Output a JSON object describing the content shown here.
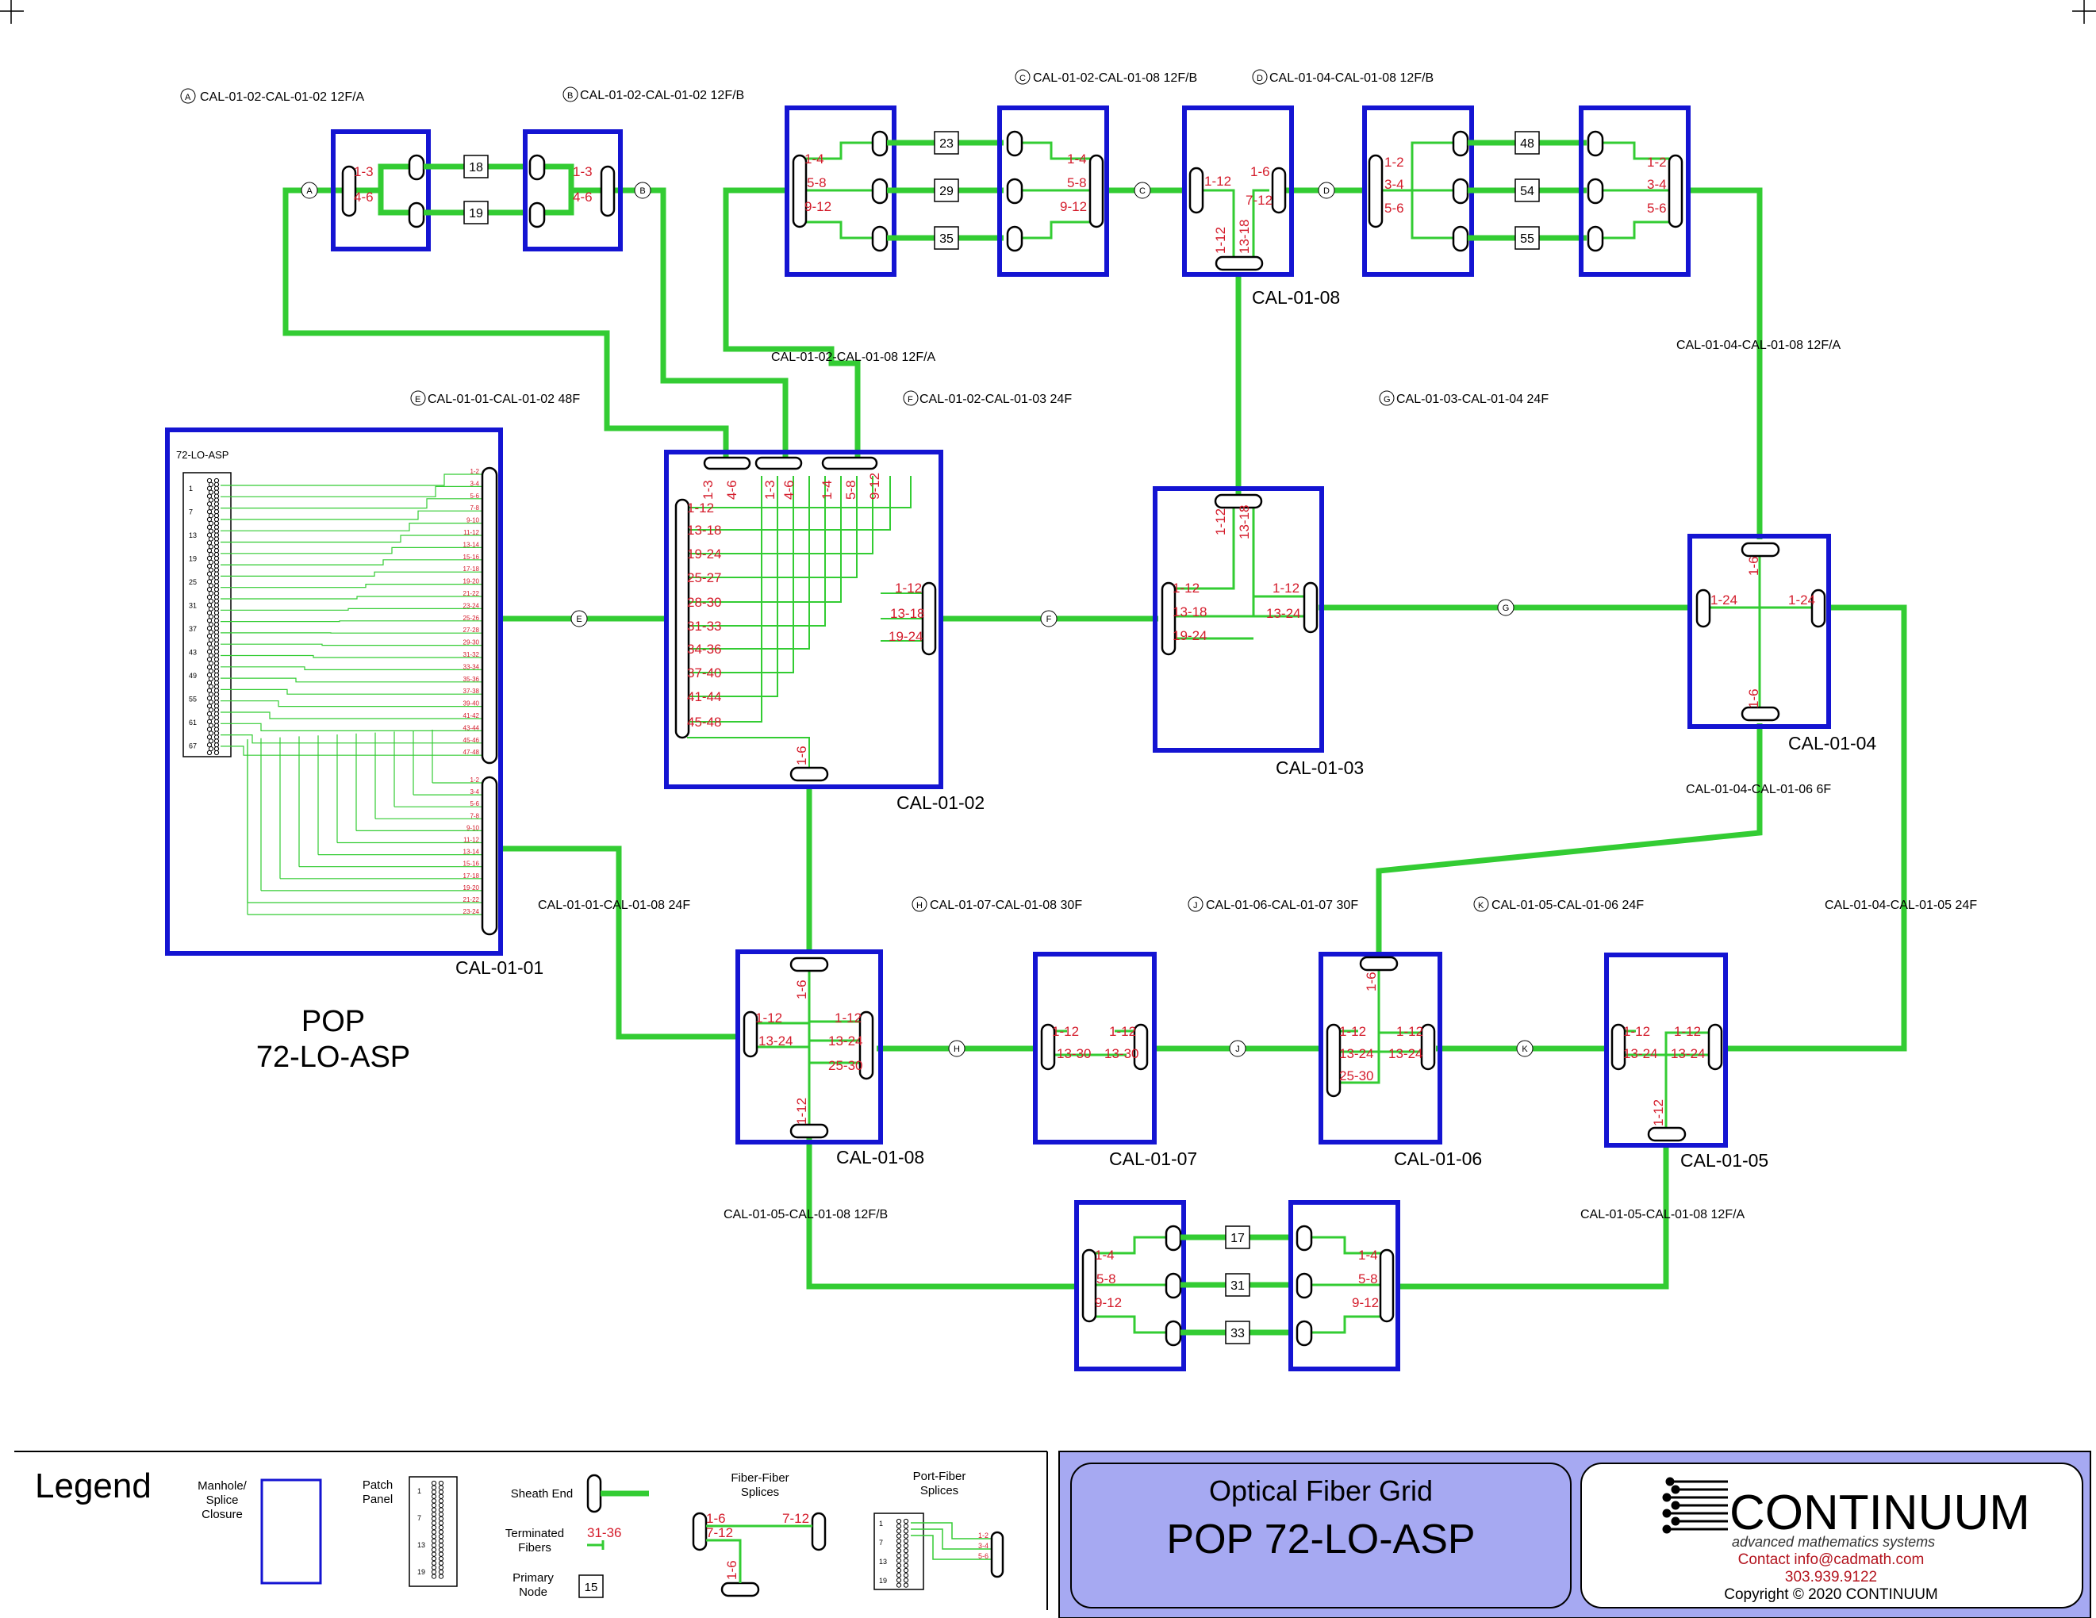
{
  "colors": {
    "fiber": "#33cc33",
    "closure": "#1414d2",
    "terminated_text": "#d41c2b",
    "title_bg": "#a6a9f2"
  },
  "cable_labels": {
    "A": "CAL-01-02-CAL-01-02 12F/A",
    "B": "CAL-01-02-CAL-01-02 12F/B",
    "C": "CAL-01-02-CAL-01-08 12F/B",
    "D": "CAL-01-04-CAL-01-08 12F/B",
    "E": "CAL-01-01-CAL-01-02 48F",
    "F": "CAL-01-02-CAL-01-03 24F",
    "G": "CAL-01-03-CAL-01-04 24F",
    "H": "CAL-01-07-CAL-01-08 30F",
    "J": "CAL-01-06-CAL-01-07 30F",
    "K": "CAL-01-05-CAL-01-06 24F",
    "c0208a": "CAL-01-02-CAL-01-08 12F/A",
    "c0408a": "CAL-01-04-CAL-01-08 12F/A",
    "c0406": "CAL-01-04-CAL-01-06 6F",
    "c0405": "CAL-01-04-CAL-01-05 24F",
    "c0108": "CAL-01-01-CAL-01-08 24F",
    "c0508b": "CAL-01-05-CAL-01-08 12F/B",
    "c0508a": "CAL-01-05-CAL-01-08 12F/A"
  },
  "node_letters": {
    "A": "A",
    "B": "B",
    "C": "C",
    "D": "D",
    "E": "E",
    "F": "F",
    "G": "G",
    "H": "H",
    "J": "J",
    "K": "K"
  },
  "closure_names": {
    "cal0101": "CAL-01-01",
    "cal0102": "CAL-01-02",
    "cal0103": "CAL-01-03",
    "cal0104": "CAL-01-04",
    "cal0105": "CAL-01-05",
    "cal0106": "CAL-01-06",
    "cal0107": "CAL-01-07",
    "cal0108_top": "CAL-01-08",
    "cal0108_bot": "CAL-01-08"
  },
  "pop": {
    "line1": "POP",
    "line2": "72-LO-ASP",
    "panel_label": "72-LO-ASP"
  },
  "primary_nodes": [
    "18",
    "19",
    "23",
    "29",
    "35",
    "48",
    "54",
    "55",
    "17",
    "31",
    "33"
  ],
  "patch_panel_numbers": [
    "1",
    "7",
    "13",
    "19",
    "25",
    "31",
    "37",
    "43",
    "49",
    "55",
    "61",
    "67"
  ],
  "panel_ranges_48": [
    "1-2",
    "3-4",
    "5-6",
    "7-8",
    "9-10",
    "11-12",
    "13-14",
    "15-16",
    "17-18",
    "19-20",
    "21-22",
    "23-24",
    "25-26",
    "27-28",
    "29-30",
    "31-32",
    "33-34",
    "35-36",
    "37-38",
    "39-40",
    "41-42",
    "43-44",
    "45-46",
    "47-48"
  ],
  "panel_ranges_24": [
    "1-2",
    "3-4",
    "5-6",
    "7-8",
    "9-10",
    "11-12",
    "13-14",
    "15-16",
    "17-18",
    "19-20",
    "21-22",
    "23-24"
  ],
  "fibers": {
    "ab": [
      "1-3",
      "4-6"
    ],
    "c02": [
      "1-4",
      "5-8",
      "9-12"
    ],
    "d04": [
      "1-2",
      "3-4",
      "5-6"
    ],
    "c08top": [
      "1-12",
      "1-6",
      "7-12",
      "1-12",
      "13-18"
    ],
    "c02_top": [
      "1-3",
      "4-6",
      "1-3",
      "4-6",
      "1-4",
      "5-8",
      "9-12"
    ],
    "c02_left": [
      "1-12",
      "13-18",
      "19-24",
      "25-27",
      "28-30",
      "31-33",
      "34-36",
      "37-40",
      "41-44",
      "45-48"
    ],
    "c02_right": [
      "1-12",
      "13-18",
      "19-24"
    ],
    "c02_bottom": "1-6",
    "c03": [
      "1-12",
      "13-18",
      "1-12",
      "13-18",
      "19-24",
      "1-12",
      "13-24"
    ],
    "c04": [
      "1-6",
      "1-24",
      "1-24",
      "1-6"
    ],
    "c08bot": [
      "1-6",
      "1-12",
      "13-24",
      "1-12",
      "13-24",
      "25-30",
      "1-12"
    ],
    "c07": [
      "1-12",
      "13-30",
      "1-12",
      "13-30"
    ],
    "c06": [
      "1-6",
      "1-12",
      "13-24",
      "25-30",
      "1-12",
      "13-24"
    ],
    "c05": [
      "1-12",
      "13-24",
      "1-12",
      "13-24",
      "1-12"
    ]
  },
  "legend": {
    "title": "Legend",
    "manhole": "Manhole/ Splice Closure",
    "manhole_lines": [
      "Manhole/",
      "Splice",
      "Closure"
    ],
    "patch_panel": [
      "Patch",
      "Panel"
    ],
    "sheath_end": "Sheath End",
    "terminated": [
      "Terminated",
      "Fibers"
    ],
    "terminated_sample": "31-36",
    "primary_node": [
      "Primary",
      "Node"
    ],
    "primary_node_sample": "15",
    "fiber_fiber": [
      "Fiber-Fiber",
      "Splices"
    ],
    "ff_samples": [
      "1-6",
      "7-12",
      "7-12",
      "1-6"
    ],
    "port_fiber": [
      "Port-Fiber",
      "Splices"
    ],
    "pf_samples": [
      "1-2",
      "3-4",
      "5-6"
    ],
    "pp_numbers": [
      "1",
      "7",
      "13",
      "19"
    ]
  },
  "title_block": {
    "title": "Optical Fiber Grid",
    "subtitle": "POP  72-LO-ASP",
    "company": "CONTINUUM",
    "tagline": "advanced mathematics systems",
    "contact": "Contact info@cadmath.com",
    "phone": "303.939.9122",
    "copyright": "Copyright © 2020 CONTINUUM"
  }
}
